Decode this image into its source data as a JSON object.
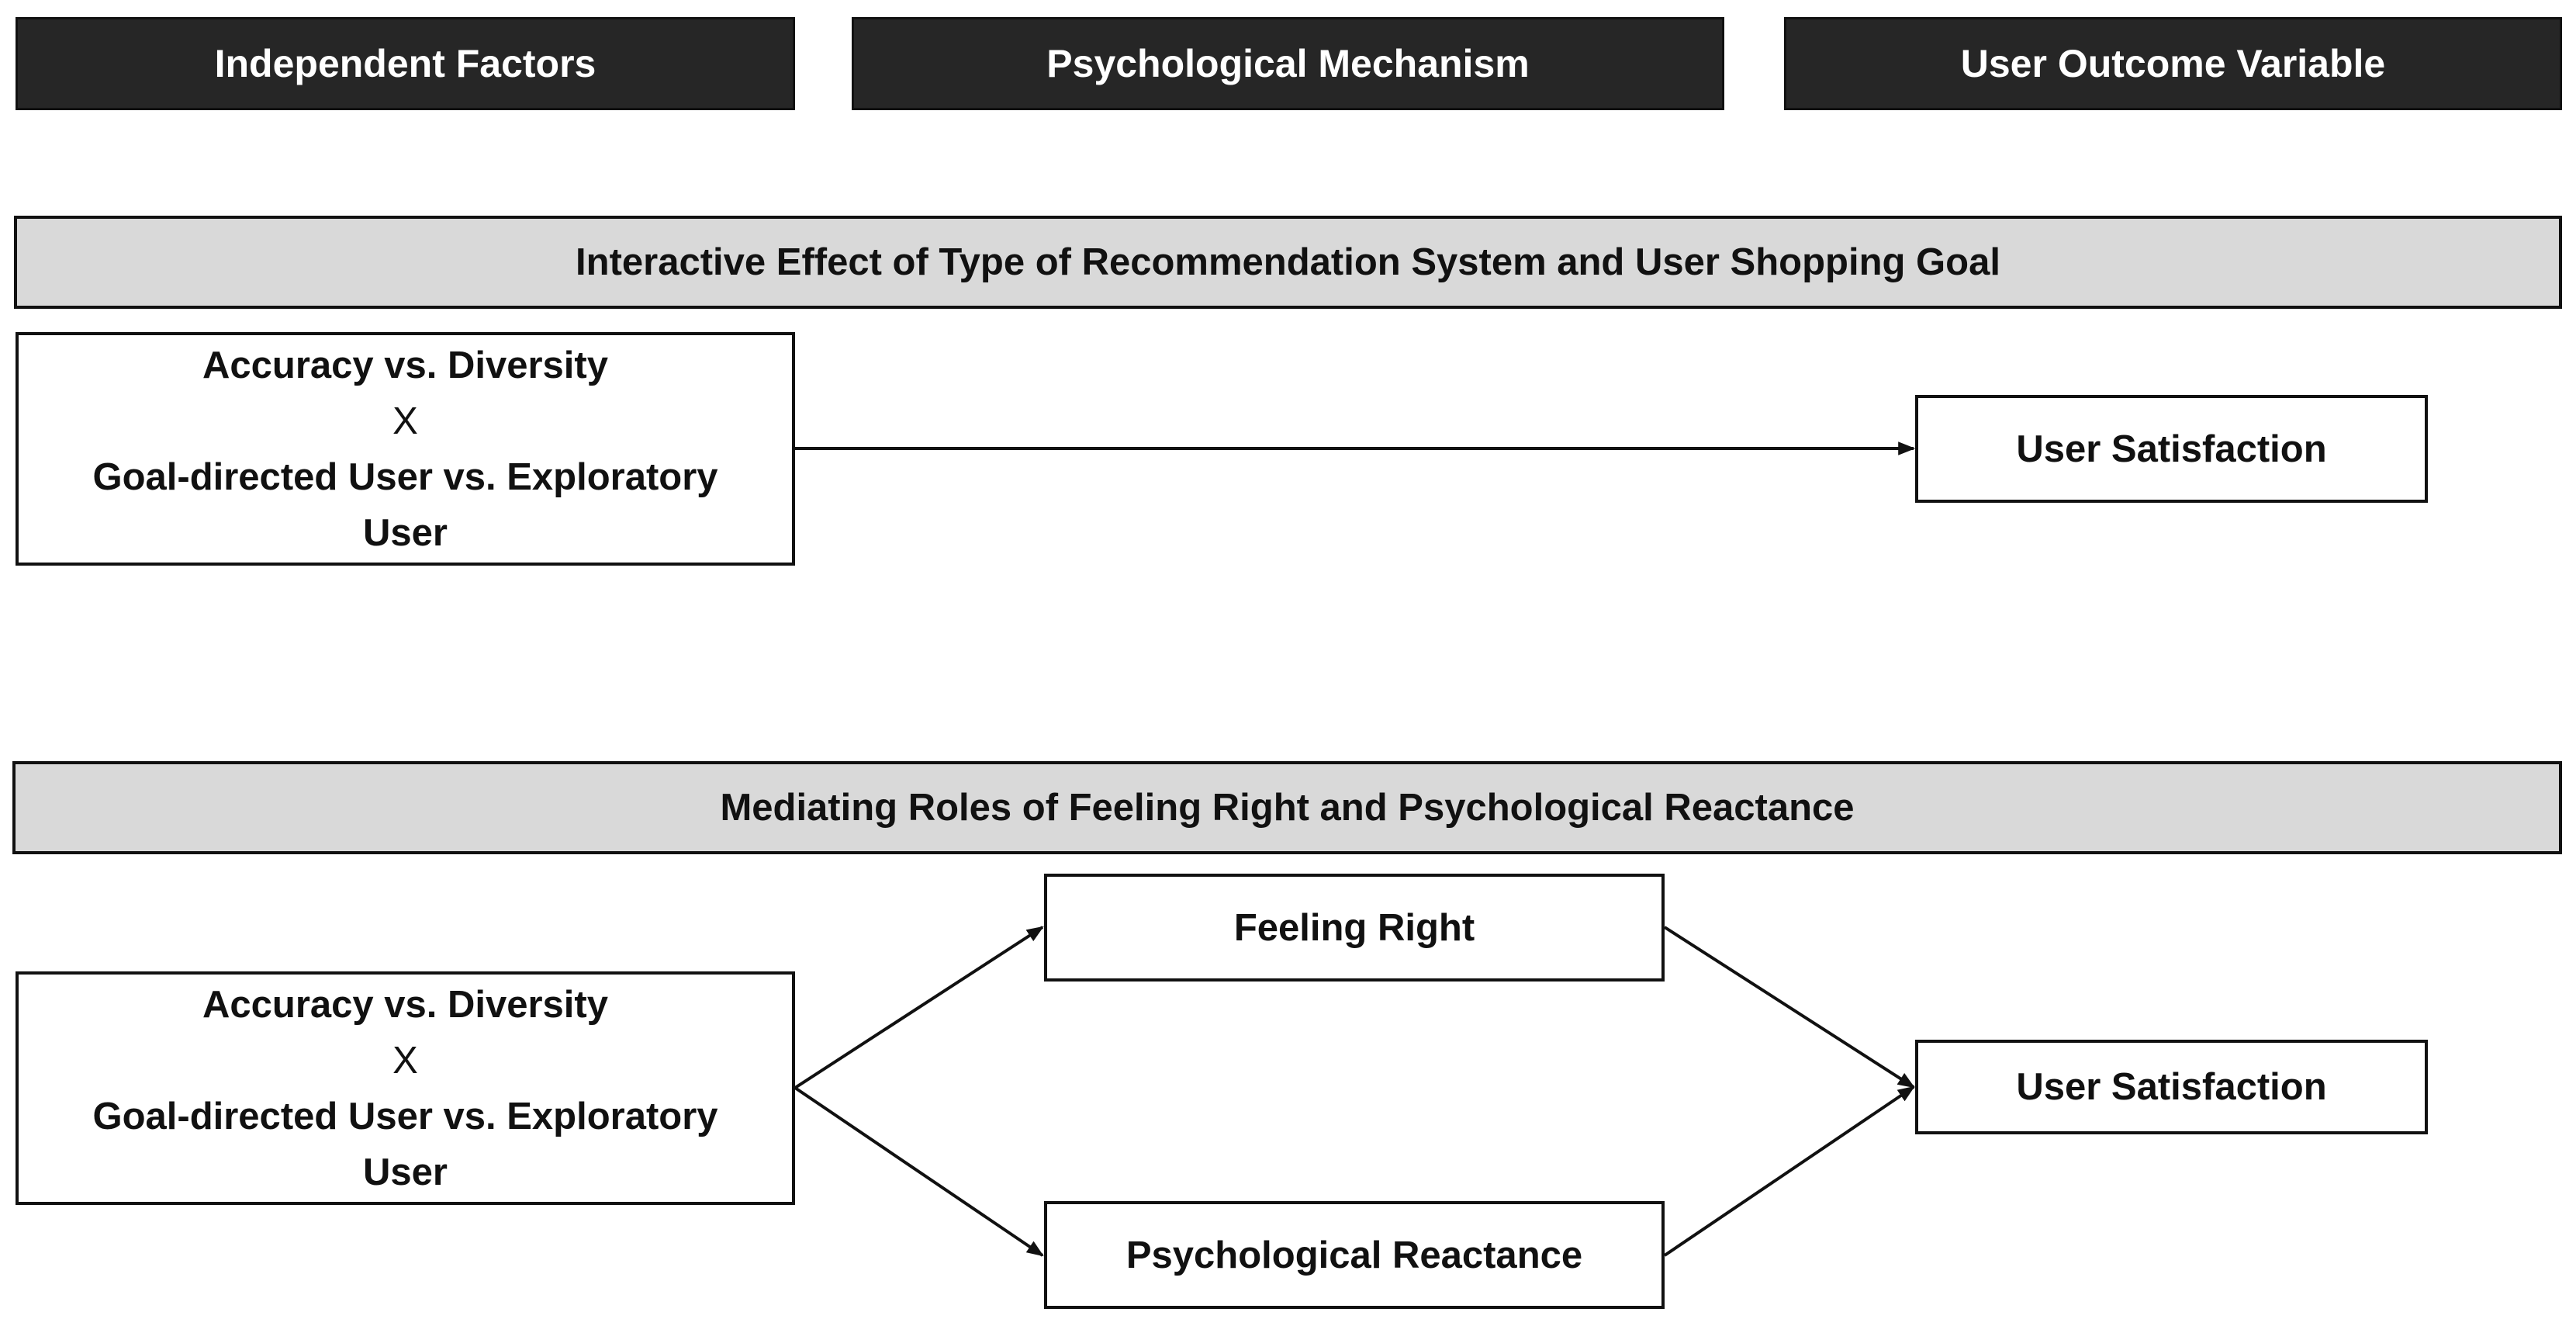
{
  "headers": {
    "independent": "Independent Factors",
    "mechanism": "Psychological Mechanism",
    "outcome": "User Outcome Variable"
  },
  "section1": {
    "title": "Interactive Effect of Type of Recommendation System and User Shopping Goal",
    "factor": {
      "line1": "Accuracy vs. Diversity",
      "times": "X",
      "line2": "Goal-directed User vs. Exploratory",
      "line3": "User"
    },
    "outcome": "User Satisfaction"
  },
  "section2": {
    "title": "Mediating Roles of Feeling Right and Psychological Reactance",
    "factor": {
      "line1": "Accuracy vs. Diversity",
      "times": "X",
      "line2": "Goal-directed User vs. Exploratory",
      "line3": "User"
    },
    "mediator1": "Feeling Right",
    "mediator2": "Psychological Reactance",
    "outcome": "User Satisfaction"
  }
}
